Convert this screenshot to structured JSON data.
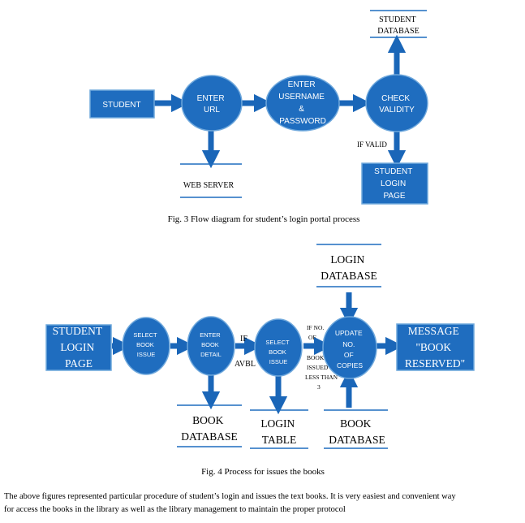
{
  "colors": {
    "shape_fill": "#1f6dbf",
    "shape_stroke": "#6fa8dc",
    "arrow": "#1a66b8",
    "text": "#000000"
  },
  "fig3": {
    "student": [
      "STUDENT"
    ],
    "enter_url": [
      "ENTER",
      "URL"
    ],
    "enter_credentials": [
      "ENTER",
      "USERNAME",
      "&",
      "PASSWORD"
    ],
    "check_validity": [
      "CHECK",
      "VALIDITY"
    ],
    "student_database": [
      "STUDENT",
      "DATABASE"
    ],
    "web_server": [
      "WEB SERVER"
    ],
    "if_valid": "IF  VALID",
    "student_login_page": [
      "STUDENT",
      "LOGIN",
      "PAGE"
    ],
    "caption": "Fig. 3 Flow diagram for student’s login portal process"
  },
  "fig4": {
    "student_login_page": [
      "STUDENT",
      "LOGIN",
      "PAGE"
    ],
    "select_book_issue": [
      "SELECT",
      "BOOK",
      "ISSUE"
    ],
    "enter_book_detail": [
      "ENTER",
      "BOOK",
      "DETAIL"
    ],
    "if_avbl": [
      "IF",
      "AVBL"
    ],
    "select_book_issue_2": [
      "SELECT",
      "BOOK",
      "ISSUE"
    ],
    "if_no_of_books": [
      "IF NO.",
      "OF",
      "BOOK",
      "ISSUED",
      "LESS THAN",
      "3"
    ],
    "update_copies": [
      "UPDATE",
      "NO.",
      "OF",
      "COPIES"
    ],
    "login_database": [
      "LOGIN",
      "DATABASE"
    ],
    "message": [
      "MESSAGE",
      "\"BOOK",
      "RESERVED\""
    ],
    "book_database_1": [
      "BOOK",
      "DATABASE"
    ],
    "login_table": [
      "LOGIN",
      "TABLE"
    ],
    "book_database_2": [
      "BOOK",
      "DATABASE"
    ],
    "caption": "Fig. 4 Process for issues the books"
  },
  "paragraph": [
    "The above figures represented particular procedure of student’s login and issues the text books. It is very easiest and convenient way",
    "for access the books in the library as well as the library management to maintain the proper protocol"
  ]
}
